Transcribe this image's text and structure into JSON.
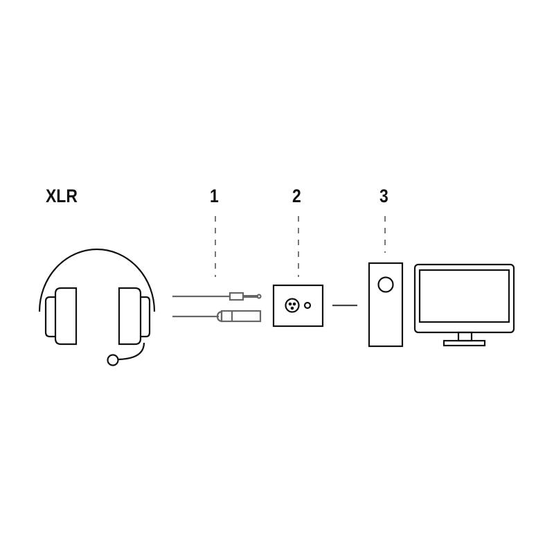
{
  "title": "XLR",
  "steps": [
    {
      "label": "1"
    },
    {
      "label": "2"
    },
    {
      "label": "3"
    }
  ],
  "colors": {
    "stroke": "#111111",
    "cable": "#666666",
    "dash": "#777777"
  }
}
